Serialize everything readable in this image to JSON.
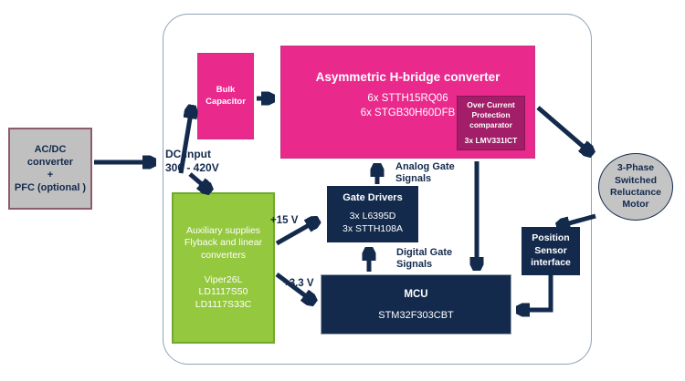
{
  "diagram": {
    "description": "Power and control block diagram for a 3-phase switched reluctance motor drive",
    "colors": {
      "pink": "#E9298C",
      "dark_pink": "#A21E68",
      "navy": "#132A4D",
      "green": "#94C83E",
      "gray_block": "#C0C0C0",
      "gray_block_border": "#8D5C6C",
      "boundary_border": "#8FA3B8"
    },
    "blocks": {
      "acdc_converter": {
        "line1": "AC/DC",
        "line2": "converter",
        "line3": "+",
        "line4": "PFC (optional )"
      },
      "bulk_capacitor": {
        "line1": "Bulk",
        "line2": "Capacitor"
      },
      "h_bridge": {
        "title": "Asymmetric H-bridge converter",
        "part1": "6x STTH15RQ06",
        "part2": "6x STGB30H60DFB"
      },
      "over_current_protection": {
        "line1": "Over Current",
        "line2": "Protection",
        "line3": "comparator",
        "part": "3x LMV331ICT"
      },
      "aux_supplies": {
        "line1": "Auxiliary supplies",
        "line2": "Flyback and linear",
        "line3": "converters",
        "part1": "Viper26L",
        "part2": "LD1117S50",
        "part3": "LD1117S33C"
      },
      "gate_drivers": {
        "title": "Gate Drivers",
        "part1": "3x L6395D",
        "part2": "3x STTH108A"
      },
      "mcu": {
        "title": "MCU",
        "part": "STM32F303CBT"
      },
      "position_sensor": {
        "line1": "Position",
        "line2": "Sensor",
        "line3": "interface"
      },
      "motor": {
        "line1": "3-Phase",
        "line2": "Switched",
        "line3": "Reluctance",
        "line4": "Motor"
      }
    },
    "labels": {
      "dc_input": {
        "line1": "DC Input",
        "line2": "300 - 420V"
      },
      "rail_15v": "+15 V",
      "rail_3v3": "+3.3 V",
      "analog_gate": {
        "line1": "Analog Gate",
        "line2": "Signals"
      },
      "digital_gate": {
        "line1": "Digital Gate",
        "line2": "Signals"
      }
    }
  }
}
